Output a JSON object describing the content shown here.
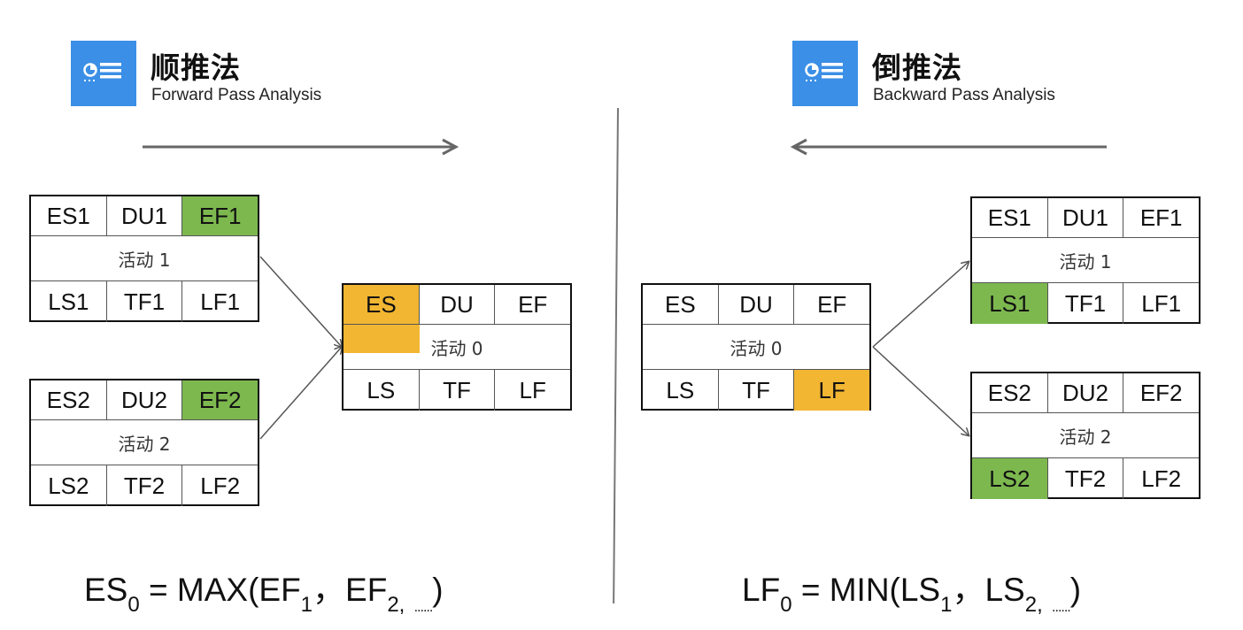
{
  "forward": {
    "title": "顺推法",
    "subtitle": "Forward Pass Analysis",
    "icon": "list-chart-icon",
    "activity1": {
      "es": "ES1",
      "du": "DU1",
      "ef": "EF1",
      "name": "活动 1",
      "ls": "LS1",
      "tf": "TF1",
      "lf": "LF1"
    },
    "activity2": {
      "es": "ES2",
      "du": "DU2",
      "ef": "EF2",
      "name": "活动 2",
      "ls": "LS2",
      "tf": "TF2",
      "lf": "LF2"
    },
    "activity0": {
      "es": "ES",
      "du": "DU",
      "ef": "EF",
      "name": "活动 0",
      "ls": "LS",
      "tf": "TF",
      "lf": "LF"
    },
    "formula": {
      "lhs": "ES",
      "lhs_sub": "0",
      "eq": " = MAX(EF",
      "a_sub": "1",
      "sep": "，EF",
      "b_sub": "2,",
      "dots": "......",
      "close": ")"
    }
  },
  "backward": {
    "title": "倒推法",
    "subtitle": "Backward Pass Analysis",
    "icon": "list-chart-icon",
    "activity0": {
      "es": "ES",
      "du": "DU",
      "ef": "EF",
      "name": "活动 0",
      "ls": "LS",
      "tf": "TF",
      "lf": "LF"
    },
    "activity1": {
      "es": "ES1",
      "du": "DU1",
      "ef": "EF1",
      "name": "活动 1",
      "ls": "LS1",
      "tf": "TF1",
      "lf": "LF1"
    },
    "activity2": {
      "es": "ES2",
      "du": "DU2",
      "ef": "EF2",
      "name": "活动 2",
      "ls": "LS2",
      "tf": "TF2",
      "lf": "LF2"
    },
    "formula": {
      "lhs": "LF",
      "lhs_sub": "0",
      "eq": " = MIN(LS",
      "a_sub": "1",
      "sep": "，LS",
      "b_sub": "2,",
      "dots": "......",
      "close": ")"
    }
  },
  "colors": {
    "highlight_green": "#7db84f",
    "highlight_orange": "#f2b632",
    "icon_blue": "#3b8fe6"
  }
}
